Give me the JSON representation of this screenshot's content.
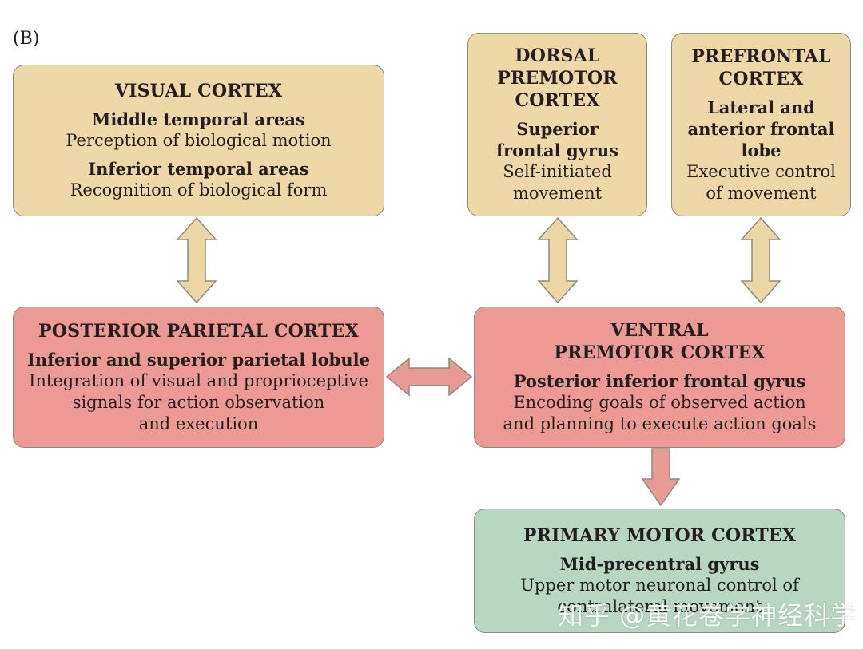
{
  "panel_label": "(B)",
  "colors": {
    "tan_box": "#efd8a8",
    "red_box": "#ec9a93",
    "green_box": "#b9d6c3",
    "tan_arrow": "#ecd6a6",
    "red_arrow": "#e99a92"
  },
  "visual_cortex": {
    "title": "VISUAL CORTEX",
    "sub1": "Middle temporal areas",
    "text1": "Perception of biological motion",
    "sub2": "Inferior temporal areas",
    "text2": "Recognition of biological form"
  },
  "dorsal_premotor": {
    "title": "DORSAL\nPREMOTOR\nCORTEX",
    "sub": "Superior\nfrontal gyrus",
    "text": "Self-initiated\nmovement"
  },
  "prefrontal": {
    "title": "PREFRONTAL\nCORTEX",
    "sub": "Lateral and\nanterior frontal\nlobe",
    "text": "Executive control\nof movement"
  },
  "posterior_parietal": {
    "title": "POSTERIOR PARIETAL CORTEX",
    "sub": "Inferior and superior parietal lobule",
    "text": "Integration of visual and proprioceptive\nsignals for action observation\nand execution"
  },
  "ventral_premotor": {
    "title": "VENTRAL\nPREMOTOR CORTEX",
    "sub": "Posterior inferior frontal gyrus",
    "text": "Encoding goals of observed action\nand planning to execute action goals"
  },
  "primary_motor": {
    "title": "PRIMARY MOTOR CORTEX",
    "sub": "Mid-precentral gyrus",
    "text": "Upper motor neuronal control of\ncontralateral movement"
  },
  "watermark": "知乎 @黄花卷学神经科学"
}
